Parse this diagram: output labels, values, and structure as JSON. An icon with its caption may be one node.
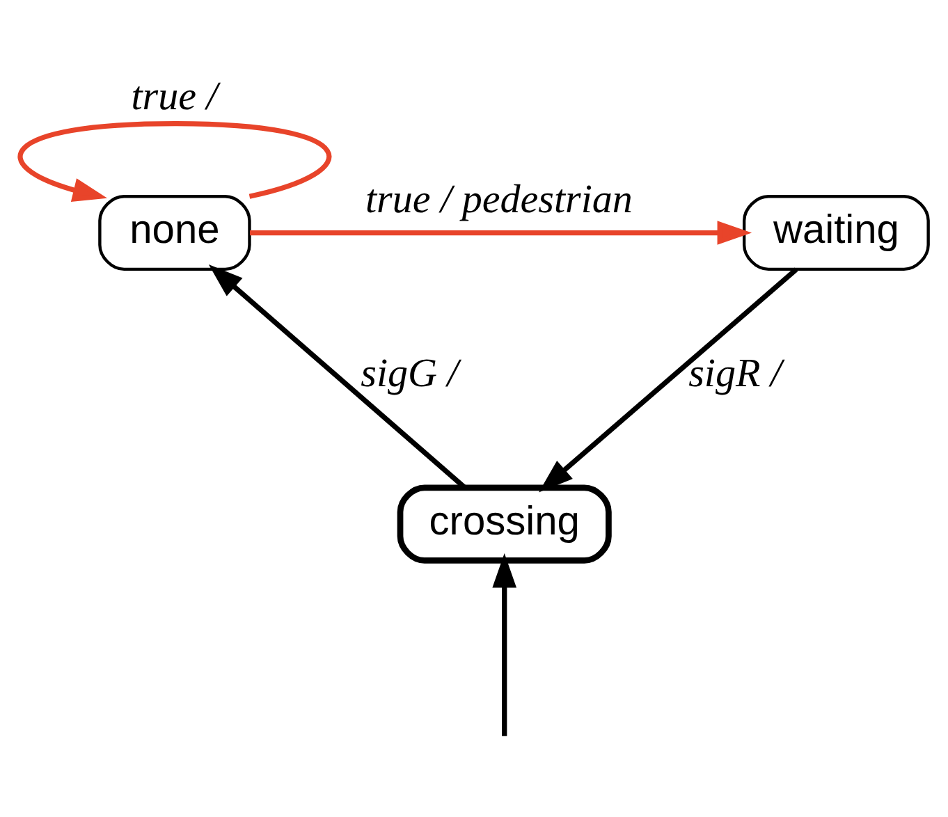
{
  "diagram": {
    "nodes": [
      {
        "text": [
          "none"
        ]
      },
      {
        "text": [
          "waiting"
        ]
      },
      {
        "text": [
          "crossing"
        ]
      }
    ],
    "edges": [
      {
        "from": 0,
        "to": 0,
        "arrow": "to",
        "label": "true /",
        "color": "#e8442a"
      },
      {
        "from": 0,
        "to": 1,
        "arrow": "to",
        "label": "true / pedestrian",
        "color": "#e8442a"
      },
      {
        "from": 1,
        "to": 2,
        "arrow": "to",
        "label": "sigR /"
      },
      {
        "from": 2,
        "to": 0,
        "arrow": "to",
        "label": "sigG /"
      },
      {
        "from": null,
        "to": 2,
        "arrow": "to"
      }
    ]
  }
}
